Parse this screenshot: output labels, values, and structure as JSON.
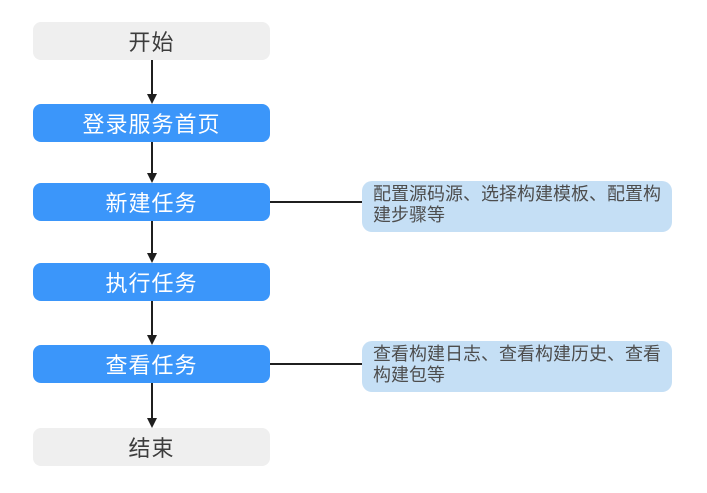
{
  "flowchart": {
    "nodes": [
      {
        "id": "start",
        "label": "开始",
        "type": "terminal"
      },
      {
        "id": "login",
        "label": "登录服务首页",
        "type": "action"
      },
      {
        "id": "create-task",
        "label": "新建任务",
        "type": "action"
      },
      {
        "id": "execute-task",
        "label": "执行任务",
        "type": "action"
      },
      {
        "id": "view-task",
        "label": "查看任务",
        "type": "action"
      },
      {
        "id": "end",
        "label": "结束",
        "type": "terminal"
      }
    ],
    "edges": [
      {
        "from": "start",
        "to": "login"
      },
      {
        "from": "login",
        "to": "create-task"
      },
      {
        "from": "create-task",
        "to": "execute-task"
      },
      {
        "from": "execute-task",
        "to": "view-task"
      },
      {
        "from": "view-task",
        "to": "end"
      }
    ],
    "annotations": [
      {
        "for": "create-task",
        "text": "配置源码源、选择构建模板、配置构建步骤等",
        "line1": "配置源码源、选择构建模板、配置构",
        "line2": "建步骤等"
      },
      {
        "for": "view-task",
        "text": "查看构建日志、查看构建历史、查看构建包等",
        "line1": "查看构建日志、查看构建历史、查看",
        "line2": "构建包等"
      }
    ],
    "colors": {
      "action_fill": "#3B96FA",
      "action_text": "#FFFFFF",
      "terminal_fill": "#EFEFEF",
      "terminal_text": "#3C3C3C",
      "annotation_fill": "#C5DFF5",
      "annotation_text": "#4D4D4D",
      "connector": "#1F1F1F",
      "background": "#FFFFFF"
    }
  }
}
